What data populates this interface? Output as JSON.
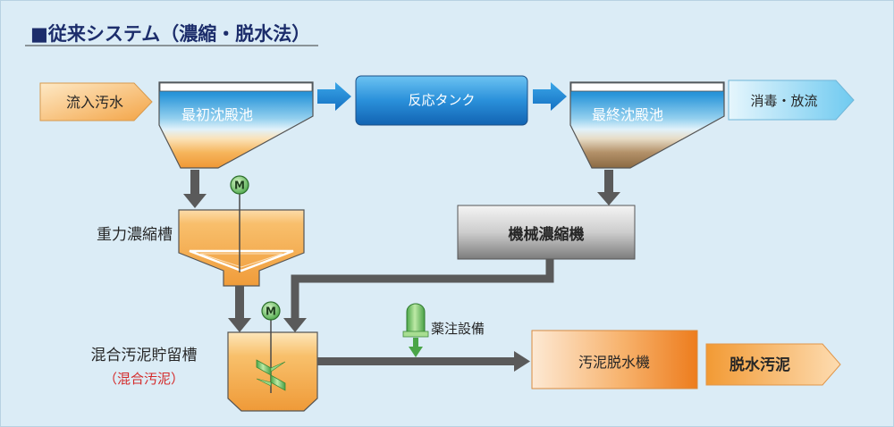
{
  "title": "■従来システム（濃縮・脱水法）",
  "flow": {
    "influent": "流入汚水",
    "primary_clarifier": "最初沈殿池",
    "reaction_tank": "反応タンク",
    "final_clarifier": "最終沈殿池",
    "disinfection_discharge": "消毒・放流"
  },
  "sludge": {
    "gravity_thickener": "重力濃縮槽",
    "mechanical_thickener": "機械濃縮機",
    "mixed_sludge_storage_tank": "混合汚泥貯留槽",
    "mixed_sludge_note": "（混合汚泥）",
    "chemical_dosing_equipment": "薬注設備",
    "sludge_dewatering_machine": "汚泥脱水機",
    "dewatered_sludge": "脱水汚泥"
  },
  "motors": {
    "thickener_drive": "M",
    "mixer_drive": "M"
  },
  "icons": {
    "motor": "motor-icon",
    "chemical_tank": "chemical-tank-icon",
    "mixer": "mixer-icon",
    "flow_arrow": "arrow-right-icon",
    "sludge_arrow": "arrow-down-icon"
  },
  "colors": {
    "background": "#dbecf6",
    "title": "#1c2d6b",
    "note": "#d42a2a",
    "flow_arrow": "#1f86d2",
    "sludge_arrow": "#5a5a5a",
    "motor": "#4da84b"
  }
}
